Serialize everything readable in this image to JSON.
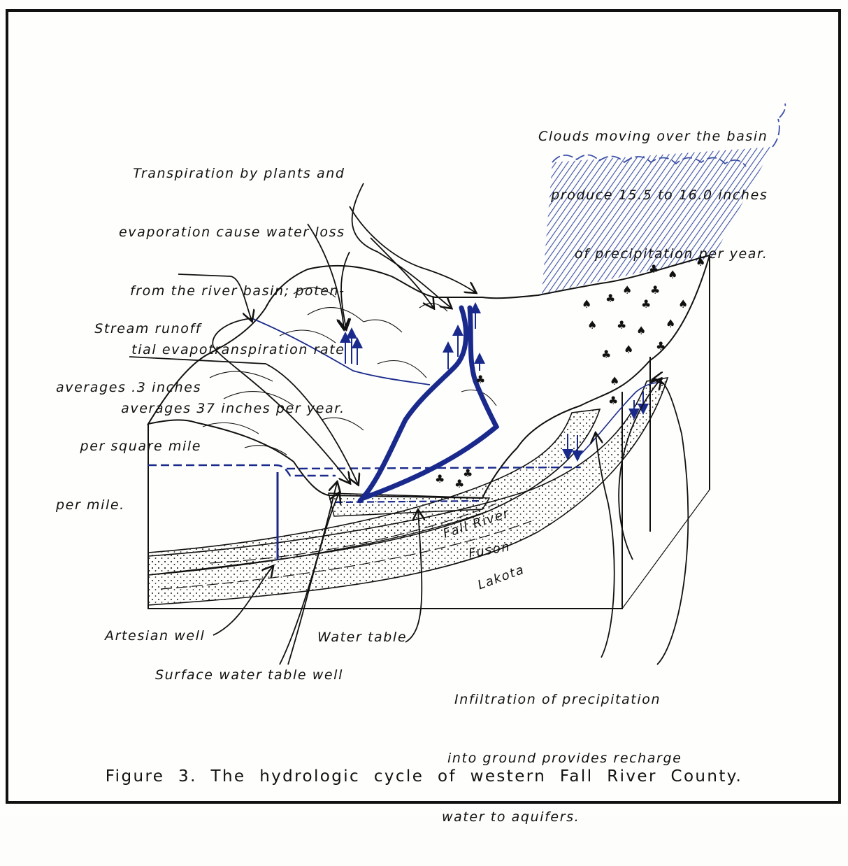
{
  "figure": {
    "caption": "Figure 3. The hydrologic cycle of western Fall River County."
  },
  "labels": {
    "clouds": [
      "Clouds moving over the basin",
      "produce 15.5 to 16.0 inches",
      "of precipitation per year."
    ],
    "transpiration": [
      "Transpiration by plants and",
      "evaporation cause water loss",
      "from the river basin; poten-",
      "tial evapotranspiration rate",
      "averages 37 inches per year."
    ],
    "stream_runoff": [
      "Stream runoff",
      "averages .3 inches",
      "per square mile",
      "per mile."
    ],
    "artesian_well": "Artesian well",
    "surface_well": "Surface water table well",
    "water_table": "Water table",
    "infiltration": [
      "Infiltration of precipitation",
      "into ground provides recharge",
      "water to aquifers."
    ]
  },
  "strata": {
    "fall_river": "Fall River",
    "fuson": "Fuson",
    "lakota": "Lakota"
  },
  "colors": {
    "ink": "#111111",
    "water_blue": "#1a2a8c",
    "rain_blue": "#3a4fa8"
  }
}
